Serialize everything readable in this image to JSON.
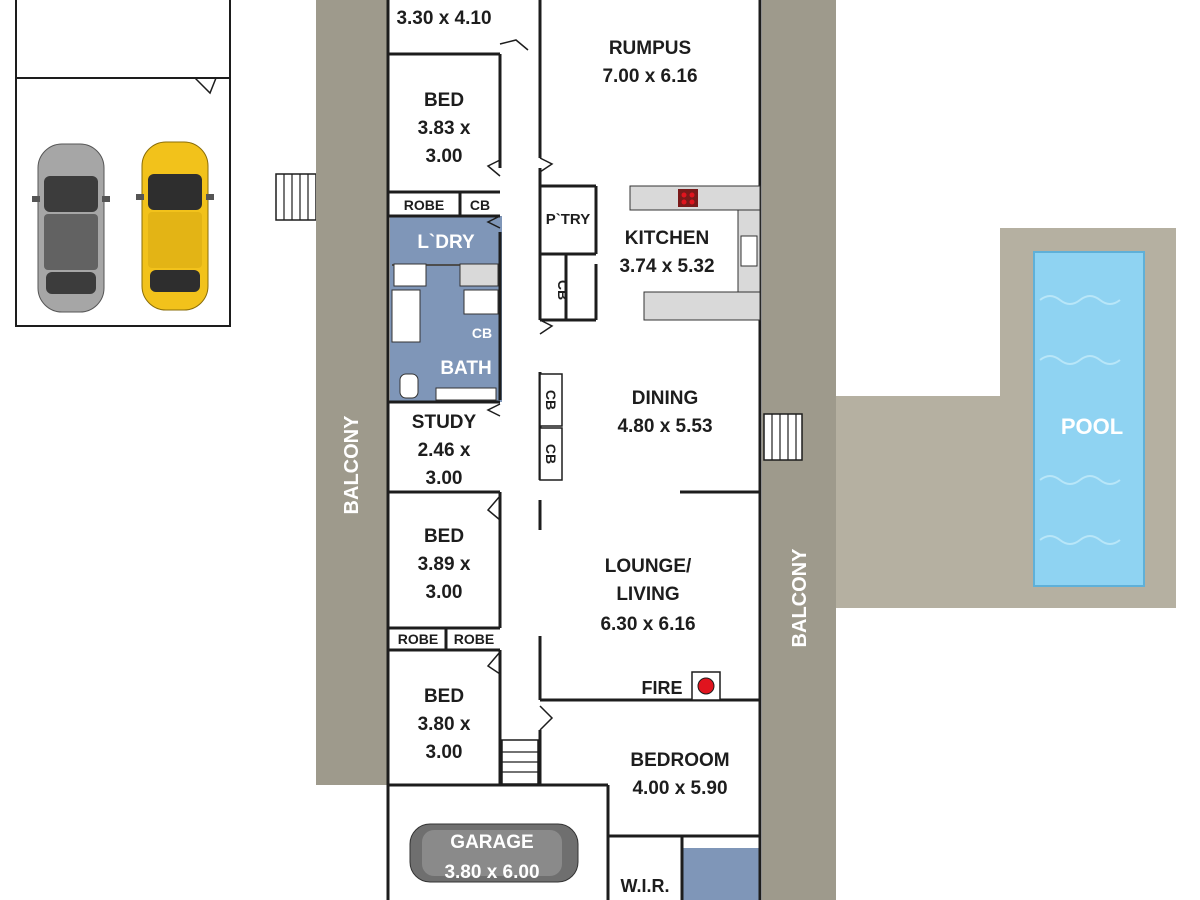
{
  "rooms": {
    "top_bed_size": "3.30 x 4.10",
    "rumpus": {
      "name": "RUMPUS",
      "size": "7.00 x 6.16"
    },
    "bed1": {
      "name": "BED",
      "size_line1": "3.83 x",
      "size_line2": "3.00"
    },
    "robe1": "ROBE",
    "cb1": "CB",
    "laundry": "L`DRY",
    "cb2": "CB",
    "bath": "BATH",
    "study": {
      "name": "STUDY",
      "size_line1": "2.46 x",
      "size_line2": "3.00"
    },
    "bed2": {
      "name": "BED",
      "size_line1": "3.89 x",
      "size_line2": "3.00"
    },
    "robe2a": "ROBE",
    "robe2b": "ROBE",
    "bed3": {
      "name": "BED",
      "size_line1": "3.80 x",
      "size_line2": "3.00"
    },
    "pantry": "P`TRY",
    "cb_pantry": "CB",
    "kitchen": {
      "name": "KITCHEN",
      "size": "3.74 x 5.32"
    },
    "dining": {
      "name": "DINING",
      "size": "4.80 x 5.53"
    },
    "cb_dining1": "CB",
    "cb_dining2": "CB",
    "lounge": {
      "line1": "LOUNGE/",
      "line2": "LIVING",
      "size": "6.30 x 6.16"
    },
    "fire": "FIRE",
    "bedroom": {
      "name": "BEDROOM",
      "size": "4.00 x 5.90"
    },
    "garage": {
      "name": "GARAGE",
      "size": "3.80 x 6.00"
    },
    "wir": "W.I.R."
  },
  "balcony_left": "BALCONY",
  "balcony_right": "BALCONY",
  "pool": "POOL",
  "colors": {
    "balcony": "#9e9a8c",
    "deck": "#b5b0a1",
    "wet_area": "#7f96b8",
    "pool_water": "#8fd3f2",
    "wall": "#1d1d1d",
    "car_yellow": "#f2c21b",
    "car_silver": "#a6a6a6",
    "car_dark": "#6f6f6f",
    "fire_red": "#e0141e"
  }
}
